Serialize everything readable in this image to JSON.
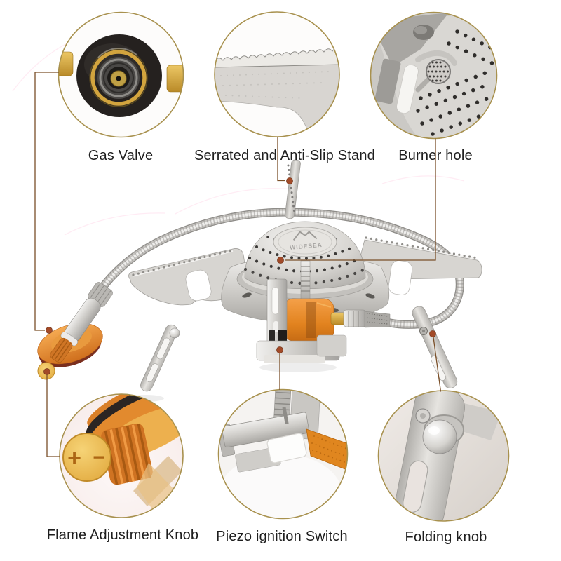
{
  "meta": {
    "type": "product-parts-infographic",
    "product": "folding camping gas stove"
  },
  "brand": "WIDESEA",
  "callouts": {
    "gas_valve": {
      "label": "Gas Valve"
    },
    "serrated_stand": {
      "label": "Serrated and Anti-Slip Stand"
    },
    "burner_hole": {
      "label": "Burner hole"
    },
    "flame_knob": {
      "label": "Flame Adjustment Knob",
      "plus_mark": "+",
      "minus_mark": "−"
    },
    "piezo_switch": {
      "label": "Piezo ignition Switch"
    },
    "folding_knob": {
      "label": "Folding knob"
    }
  },
  "colors": {
    "background": "#ffffff",
    "circle_border": "#a8914e",
    "leader_line": "#7a4f28",
    "marker_dot": "#a34a28",
    "label_text": "#1d1d1d",
    "accent_orange": "#e8872c",
    "brass_gold": "#d9a83c",
    "steel_silver": "#c9c7c3"
  }
}
